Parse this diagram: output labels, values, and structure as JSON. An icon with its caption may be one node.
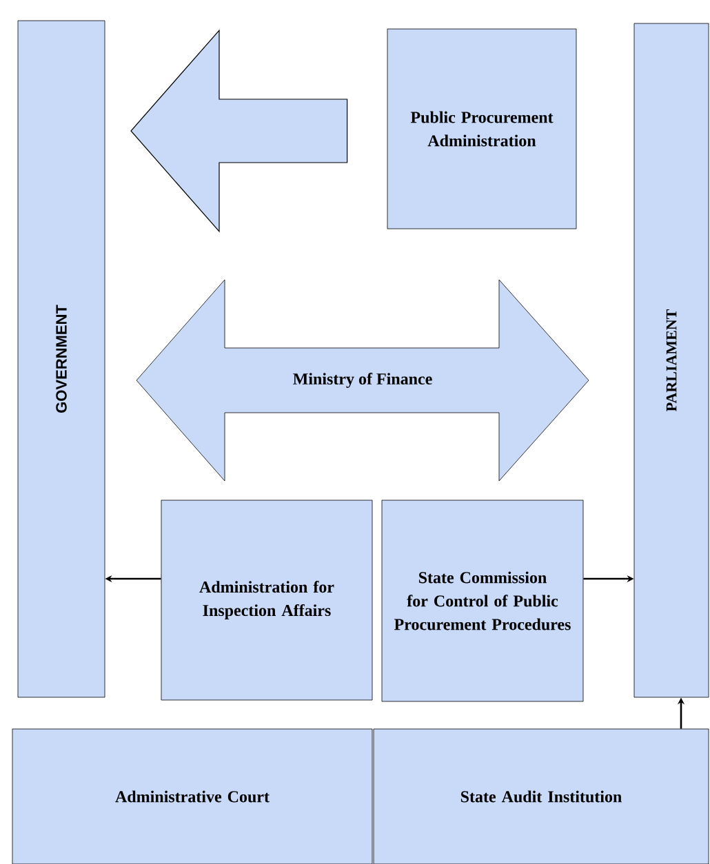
{
  "diagram": {
    "nodes": [
      {
        "text": [
          "GOVERNMENT"
        ]
      },
      {
        "text": [
          "Public Procurement Administration"
        ]
      },
      {
        "text": [
          "Ministry of Finance"
        ]
      },
      {
        "text": [
          "PARLIAMENT"
        ]
      },
      {
        "text": [
          "Administration for Inspection Affairs"
        ]
      },
      {
        "text": [
          "State Commission for Control of Public Procurement Procedures"
        ]
      },
      {
        "text": [
          "Administrative Court"
        ]
      },
      {
        "text": [
          "State Audit Institution"
        ]
      }
    ],
    "edges": [
      {
        "from": 1,
        "to": 0,
        "arrow": "to",
        "style": "thick"
      },
      {
        "from": 4,
        "to": 0,
        "arrow": "to"
      },
      {
        "from": 5,
        "to": 3,
        "arrow": "to"
      },
      {
        "from": 7,
        "to": 3,
        "arrow": "to"
      }
    ]
  }
}
